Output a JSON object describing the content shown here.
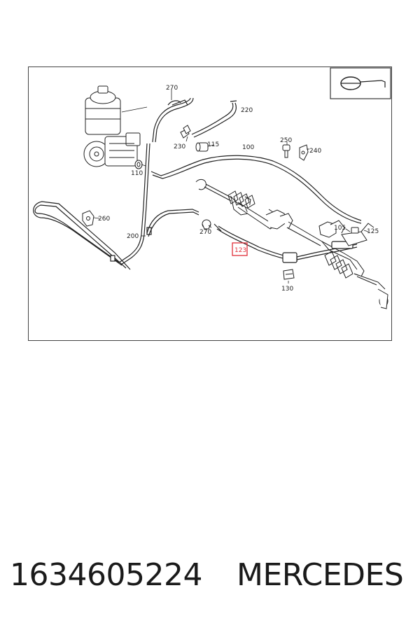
{
  "diagram": {
    "callouts": {
      "c270_top": "270",
      "c220": "220",
      "c230": "230",
      "c115": "115",
      "c100": "100",
      "c250": "250",
      "c240": "240",
      "c110": "110",
      "c260": "260",
      "c200": "200",
      "c270_mid": "270",
      "c105": "105",
      "c125": "125",
      "c123": "123",
      "c130": "130"
    },
    "highlight_color": "#e0303a",
    "line_color": "#222222"
  },
  "caption": {
    "part_number": "1634605224",
    "brand": "MERCEDES"
  }
}
